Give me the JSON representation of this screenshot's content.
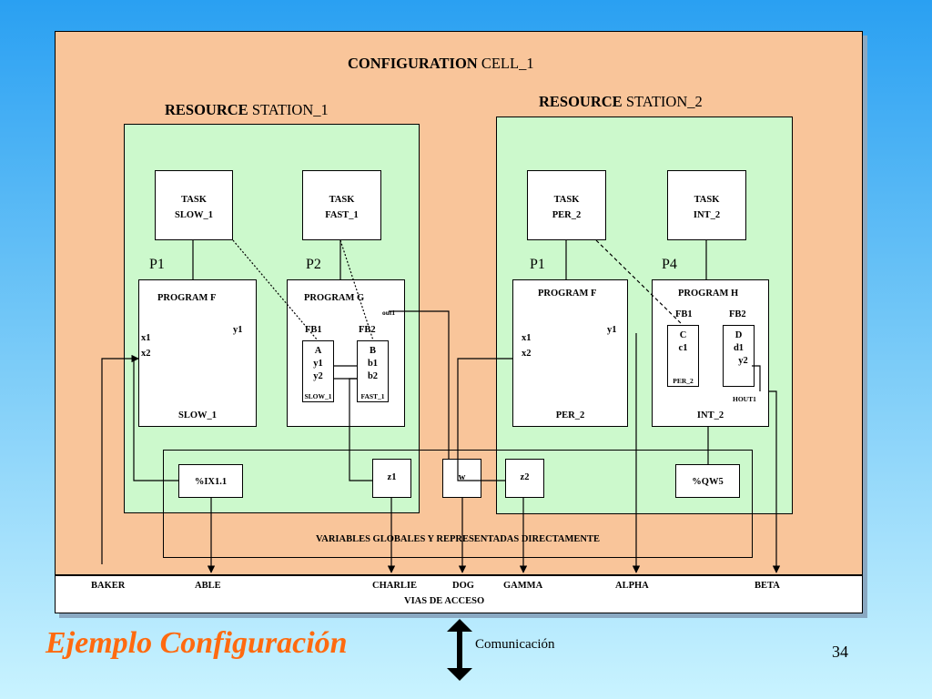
{
  "configuration": {
    "keyword": "CONFIGURATION",
    "name": "CELL_1"
  },
  "resources": [
    {
      "keyword": "RESOURCE",
      "name": "STATION_1"
    },
    {
      "keyword": "RESOURCE",
      "name": "STATION_2"
    }
  ],
  "tasks": [
    {
      "line1": "TASK",
      "line2": "SLOW_1"
    },
    {
      "line1": "TASK",
      "line2": "FAST_1"
    },
    {
      "line1": "TASK",
      "line2": "PER_2"
    },
    {
      "line1": "TASK",
      "line2": "INT_2"
    }
  ],
  "program_labels": [
    "P1",
    "P2",
    "P1",
    "P4"
  ],
  "programs": {
    "f1": {
      "title": "PROGRAM F",
      "in1": "x1",
      "in2": "x2",
      "out": "y1",
      "task": "SLOW_1"
    },
    "g": {
      "title": "PROGRAM G",
      "out": "out1",
      "fb1": "FB1",
      "fb2": "FB2"
    },
    "f2": {
      "title": "PROGRAM F",
      "in1": "x1",
      "in2": "x2",
      "out": "y1",
      "task": "PER_2"
    },
    "h": {
      "title": "PROGRAM H",
      "fb1": "FB1",
      "fb2": "FB2",
      "out": "HOUT1",
      "task": "INT_2"
    }
  },
  "function_blocks": {
    "a": {
      "type": "A",
      "p1": "y1",
      "p2": "y2",
      "task": "SLOW_1"
    },
    "b": {
      "type": "B",
      "p1": "b1",
      "p2": "b2",
      "task": "FAST_1"
    },
    "c": {
      "type": "C",
      "p1": "c1",
      "task": "PER_2"
    },
    "d": {
      "type": "D",
      "p1": "d1",
      "p2": "y2"
    }
  },
  "variables": [
    "%IX1.1",
    "z1",
    "w",
    "z2",
    "%QW5"
  ],
  "global_vars_label": "VARIABLES GLOBALES  Y   REPRESENTADAS  DIRECTAMENTE",
  "access_paths": [
    "BAKER",
    "ABLE",
    "CHARLIE",
    "DOG",
    "GAMMA",
    "ALPHA",
    "BETA"
  ],
  "access_label": "VIAS DE ACCESO",
  "footer": {
    "title": "Ejemplo Configuración",
    "comm": "Comunicación",
    "page": "34"
  },
  "colors": {
    "config_bg": "#f9c59a",
    "resource_bg": "#ccf9cc",
    "title": "#ff6a0f"
  }
}
